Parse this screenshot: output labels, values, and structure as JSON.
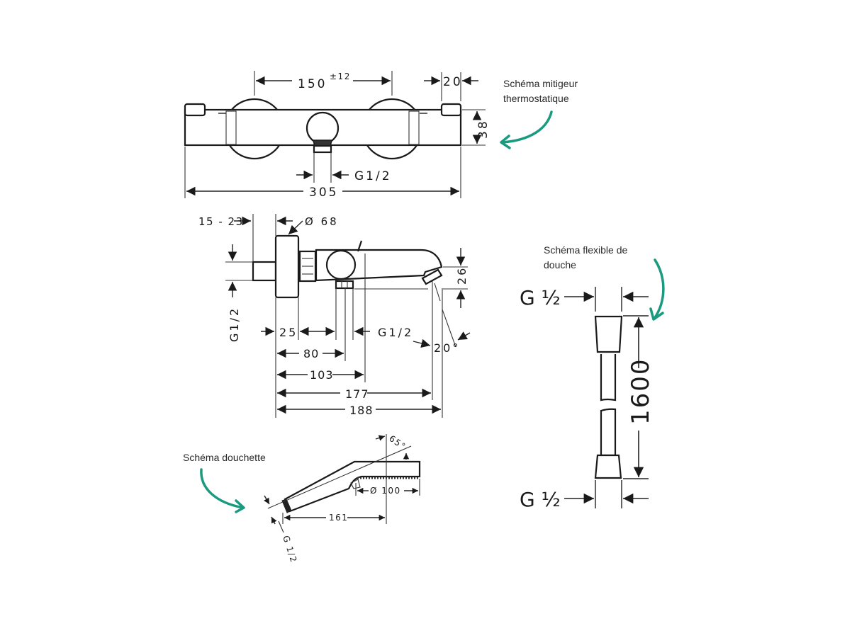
{
  "accent_color": "#1a9a7f",
  "labels": {
    "mixer": [
      "Schéma mitigeur",
      "thermostatique"
    ],
    "hose": [
      "Schéma flexible de",
      "douche"
    ],
    "handshower": "Schéma douchette"
  },
  "mixer_front": {
    "center_distance": "150",
    "tolerance": "±12",
    "cap_width": "20",
    "height": "38",
    "outlet_thread": "G1/2",
    "total_width": "305"
  },
  "mixer_side": {
    "wall_offset": "15 - 23",
    "rosette_diameter": "Ø 68",
    "inlet_thread": "G1/2",
    "dim_25": "25",
    "outlet_thread": "G1/2",
    "dim_80": "80",
    "dim_103": "103",
    "dim_177": "177",
    "dim_188": "188",
    "spout_height": "26",
    "angle": "20°"
  },
  "hose": {
    "thread_top": "G ½",
    "thread_bottom": "G ½",
    "length": "1600"
  },
  "handshower": {
    "angle": "65°",
    "head_diameter": "Ø 100",
    "length": "161",
    "thread": "G 1/2"
  }
}
